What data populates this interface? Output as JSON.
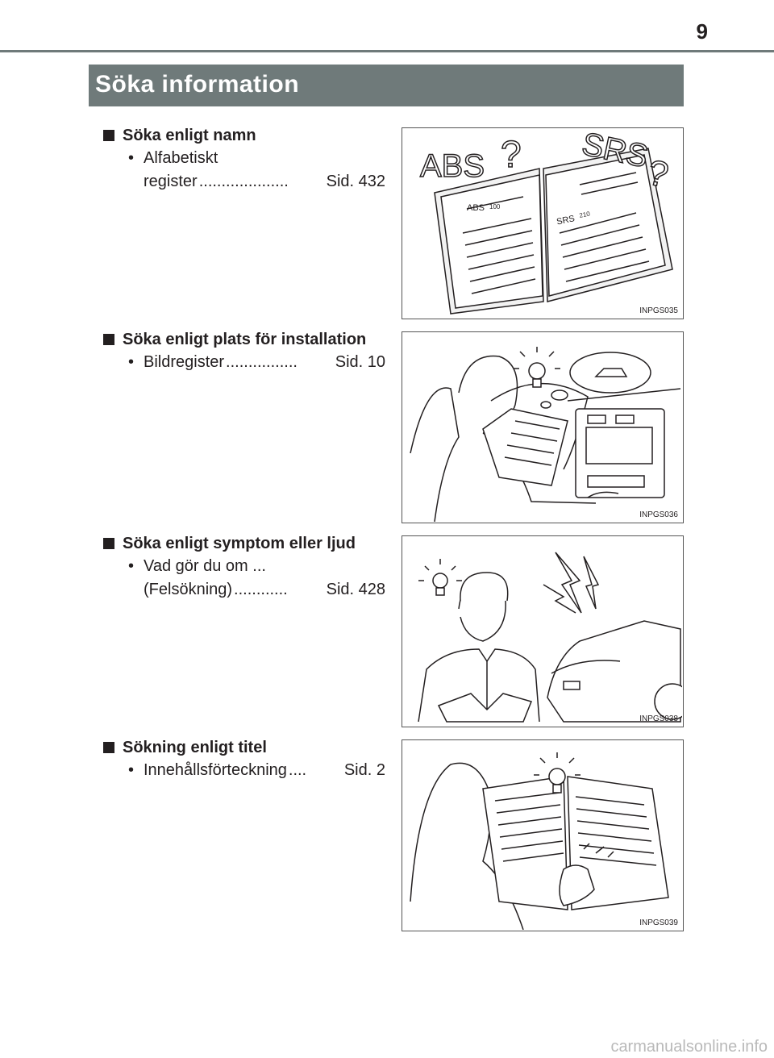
{
  "page_number": "9",
  "banner_title": "Söka information",
  "sections": [
    {
      "heading": "Söka enligt namn",
      "items": [
        {
          "lines": [
            "Alfabetiskt"
          ],
          "ref_label": "register",
          "dots": "....................",
          "ref_page": "Sid. 432"
        }
      ],
      "figure_code": "INPGS035",
      "figure_texts": [
        "ABS",
        "SRS",
        "ABS",
        "100",
        "SRS",
        "210"
      ]
    },
    {
      "heading": "Söka enligt plats för installation",
      "items": [
        {
          "ref_label": "Bildregister",
          "dots": "................",
          "ref_page": "Sid. 10"
        }
      ],
      "figure_code": "INPGS036"
    },
    {
      "heading": "Söka enligt symptom eller ljud",
      "items": [
        {
          "lines": [
            "Vad gör du om ..."
          ],
          "ref_label": "(Felsökning)",
          "dots": "............",
          "ref_page": "Sid. 428"
        }
      ],
      "figure_code": "INPGS038"
    },
    {
      "heading": "Sökning enligt titel",
      "items": [
        {
          "ref_label": "Innehållsförteckning",
          "dots": "....",
          "ref_page": "Sid. 2"
        }
      ],
      "figure_code": "INPGS039"
    }
  ],
  "watermark": "carmanualsonline.info"
}
